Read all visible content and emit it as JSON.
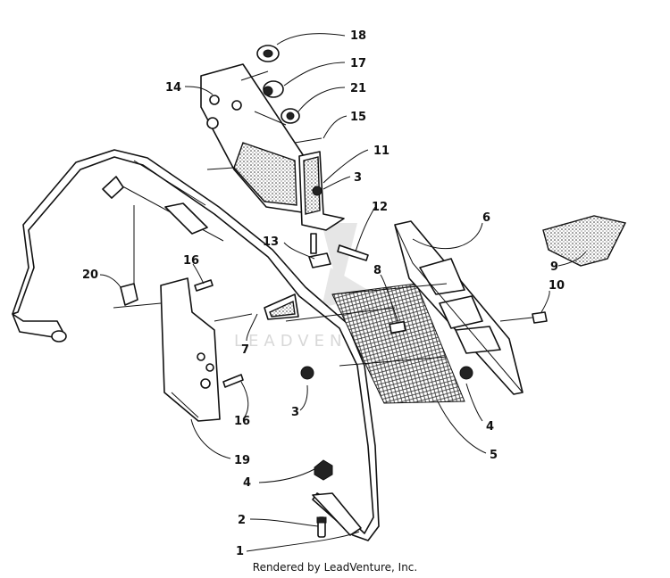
{
  "diagram": {
    "callouts": [
      "18",
      "17",
      "14",
      "21",
      "15",
      "11",
      "3",
      "12",
      "6",
      "13",
      "9",
      "8",
      "20",
      "16",
      "10",
      "7",
      "3",
      "4",
      "16",
      "5",
      "19",
      "4",
      "2",
      "1"
    ],
    "watermark": "LEADVENTURE",
    "footer": "Rendered by LeadVenture, Inc."
  }
}
